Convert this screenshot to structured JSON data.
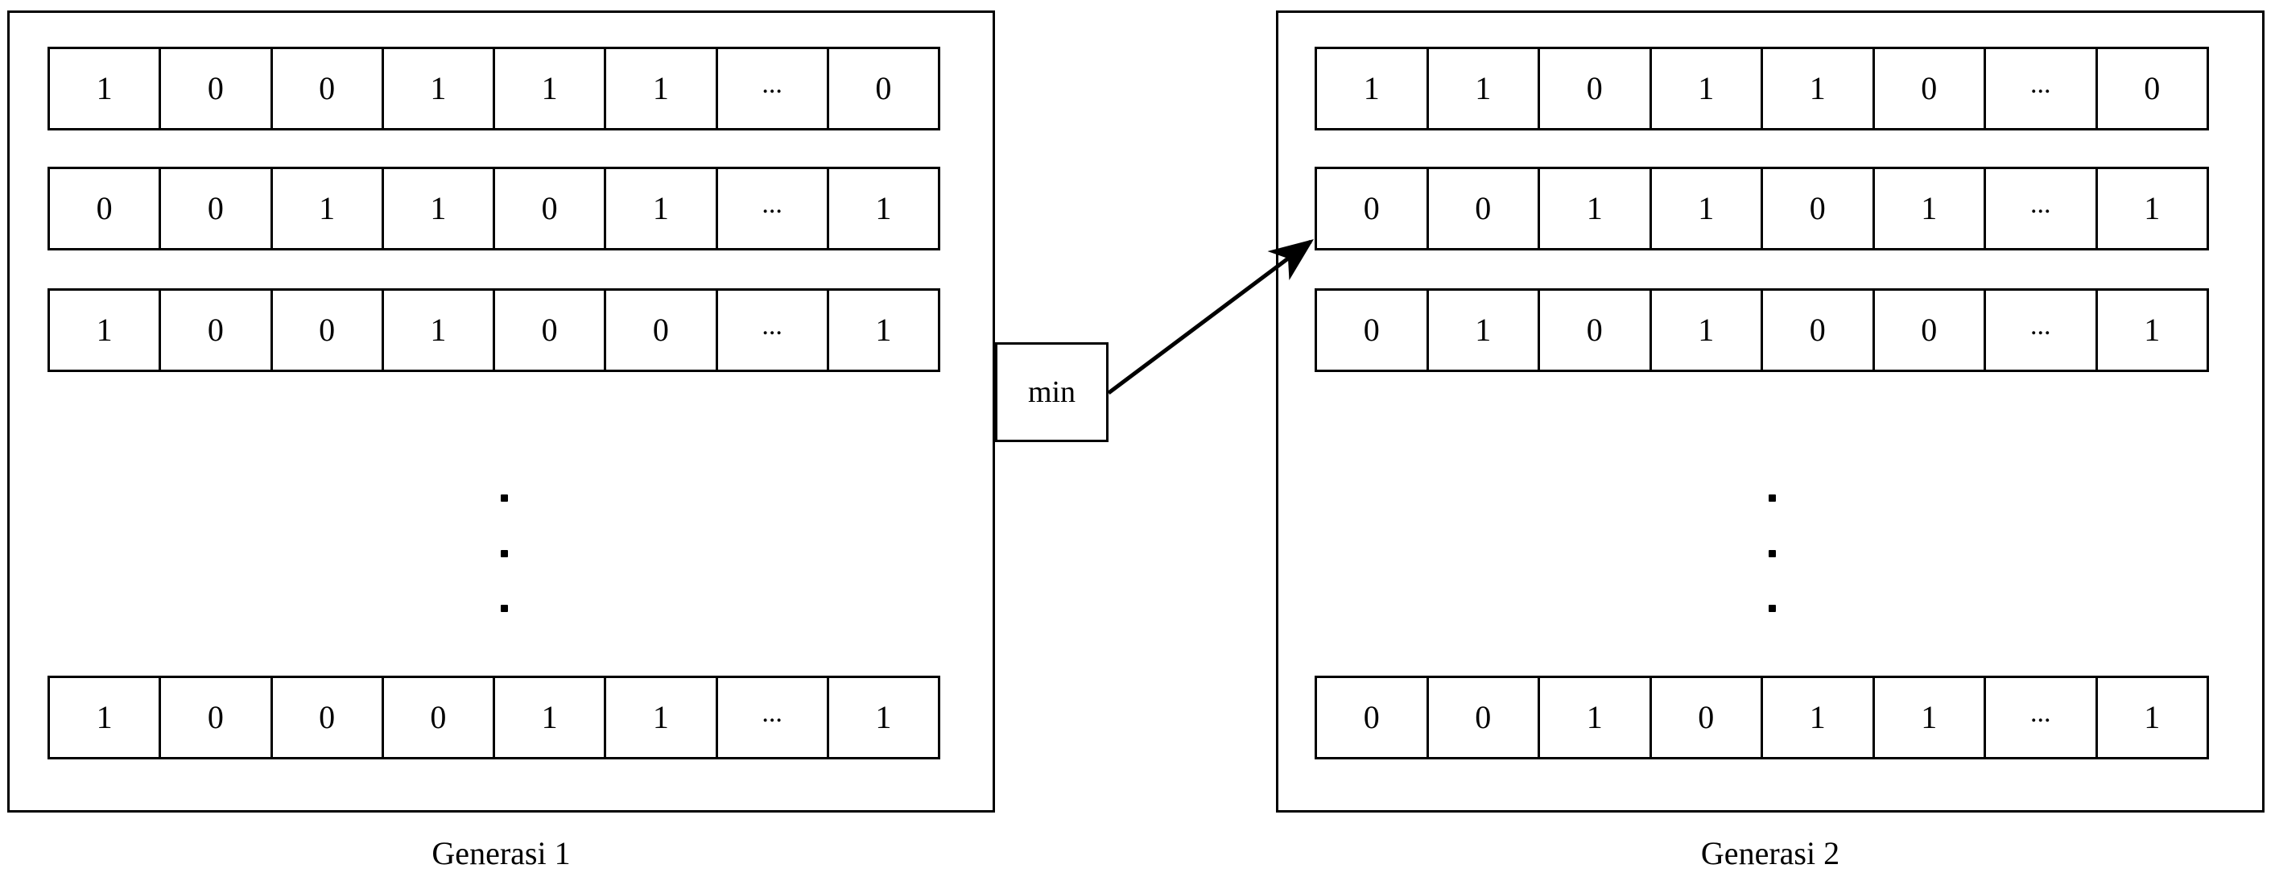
{
  "diagram": {
    "title_text": "",
    "colors": {
      "stroke": "#000000",
      "background": "#ffffff",
      "text": "#000000"
    },
    "generations": [
      {
        "caption": "Generasi 1",
        "rows": [
          {
            "genes": [
              "1",
              "0",
              "0",
              "1",
              "1",
              "1",
              "...",
              "0"
            ]
          },
          {
            "genes": [
              "0",
              "0",
              "1",
              "1",
              "0",
              "1",
              "...",
              "1"
            ]
          },
          {
            "genes": [
              "1",
              "0",
              "0",
              "1",
              "0",
              "0",
              "...",
              "1"
            ]
          },
          {
            "genes": [
              "1",
              "0",
              "0",
              "0",
              "1",
              "1",
              "...",
              "1"
            ]
          }
        ],
        "ellipsis_dots": [
          "·",
          "·",
          "·"
        ]
      },
      {
        "caption": "Generasi 2",
        "rows": [
          {
            "genes": [
              "1",
              "1",
              "0",
              "1",
              "1",
              "0",
              "...",
              "0"
            ]
          },
          {
            "genes": [
              "0",
              "0",
              "1",
              "1",
              "0",
              "1",
              "...",
              "1"
            ]
          },
          {
            "genes": [
              "0",
              "1",
              "0",
              "1",
              "0",
              "0",
              "...",
              "1"
            ]
          },
          {
            "genes": [
              "0",
              "0",
              "1",
              "0",
              "1",
              "1",
              "...",
              "1"
            ]
          }
        ],
        "ellipsis_dots": [
          "·",
          "·",
          "·"
        ]
      }
    ],
    "connector": {
      "label": "min",
      "from_generation": "Generasi 1",
      "to_generation": "Generasi 2",
      "to_row_index": 1
    }
  }
}
